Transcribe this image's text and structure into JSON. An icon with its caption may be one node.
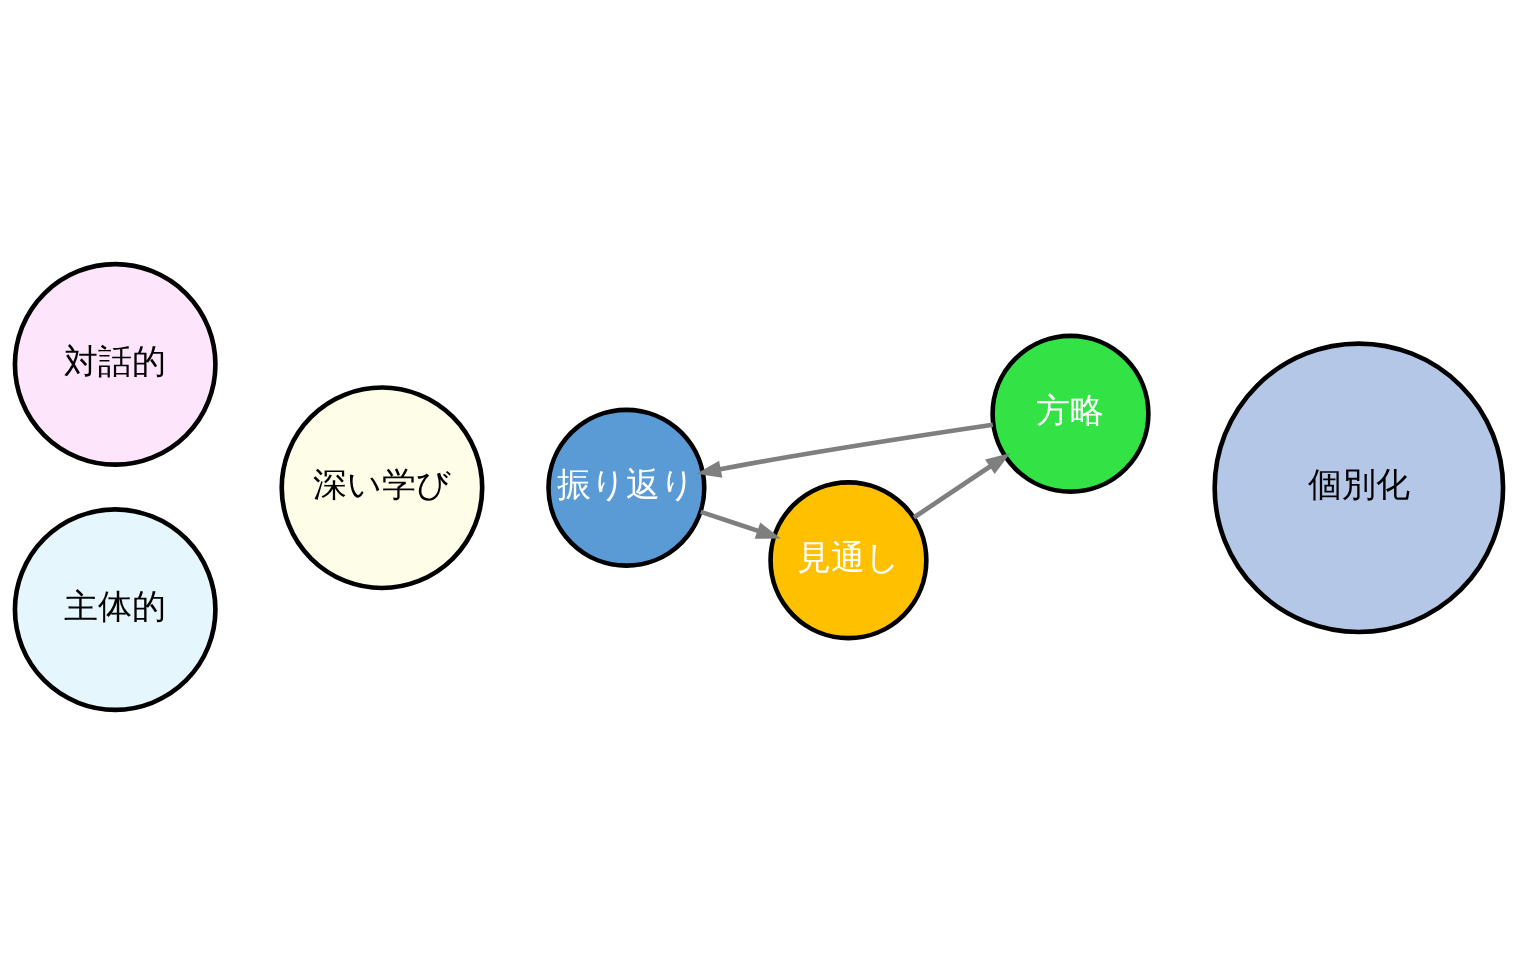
{
  "diagram": {
    "nodes": [
      {
        "text": [
          "対話的"
        ]
      },
      {
        "text": [
          "深い学び"
        ]
      },
      {
        "text": [
          "主体的"
        ]
      },
      {
        "text": [
          "振り返り"
        ]
      },
      {
        "text": [
          "見通し"
        ]
      },
      {
        "text": [
          "方略"
        ]
      },
      {
        "text": [
          "個別化"
        ]
      }
    ],
    "edges": [
      {
        "from": 3,
        "to": 4,
        "arrow": "to"
      },
      {
        "from": 4,
        "to": 5,
        "arrow": "to"
      },
      {
        "from": 5,
        "to": 3,
        "arrow": "to"
      }
    ]
  }
}
